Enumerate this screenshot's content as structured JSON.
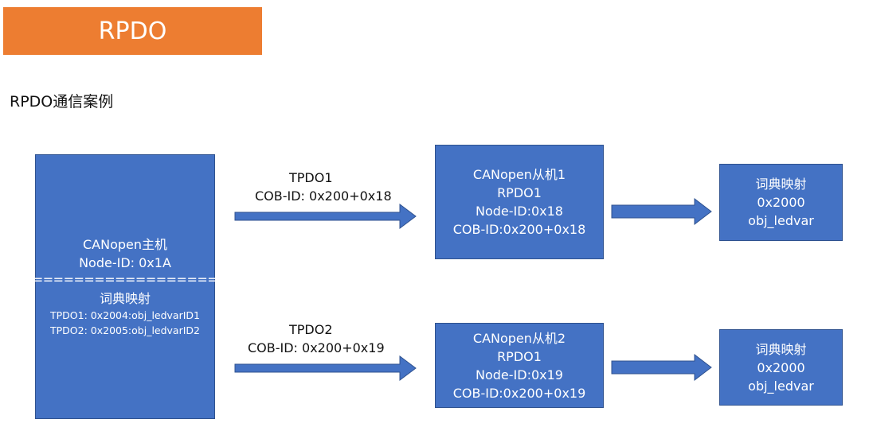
{
  "header": {
    "title": "RPDO",
    "subtitle": "RPDO通信案例"
  },
  "master": {
    "line1": "CANopen主机",
    "line2": "Node-ID: 0x1A",
    "separator": "==================",
    "dict_title": "词典映射",
    "tpdo1": "TPDO1: 0x2004:obj_ledvarID1",
    "tpdo2": "TPDO2: 0x2005:obj_ledvarID2"
  },
  "links": [
    {
      "name": "TPDO1",
      "cobid": "COB-ID: 0x200+0x18"
    },
    {
      "name": "TPDO2",
      "cobid": "COB-ID: 0x200+0x19"
    }
  ],
  "slaves": [
    {
      "title": "CANopen从机1",
      "rpdo": "RPDO1",
      "node": "Node-ID:0x18",
      "cobid": "COB-ID:0x200+0x18"
    },
    {
      "title": "CANopen从机2",
      "rpdo": "RPDO1",
      "node": "Node-ID:0x19",
      "cobid": "COB-ID:0x200+0x19"
    }
  ],
  "dicts": [
    {
      "title": "词典映射",
      "index": "0x2000",
      "var": "obj_ledvar"
    },
    {
      "title": "词典映射",
      "index": "0x2000",
      "var": "obj_ledvar"
    }
  ],
  "colors": {
    "banner": "#ED7D31",
    "box_fill": "#4472C4",
    "box_border": "#2F528F",
    "arrow": "#4472C4"
  }
}
